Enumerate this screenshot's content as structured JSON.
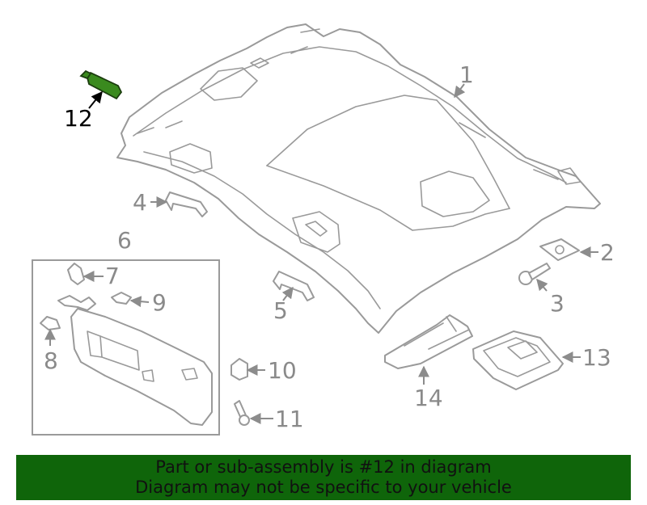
{
  "callouts": {
    "c1": "1",
    "c2": "2",
    "c3": "3",
    "c4": "4",
    "c5": "5",
    "c6": "6",
    "c7": "7",
    "c8": "8",
    "c9": "9",
    "c10": "10",
    "c11": "11",
    "c12": "12",
    "c13": "13",
    "c14": "14"
  },
  "banner": {
    "line1": "Part or sub-assembly is #12 in diagram",
    "line2": "Diagram may not be specific to your vehicle"
  },
  "colors": {
    "highlight_part": "#3a8a1e",
    "banner_background": "#0f650a",
    "line_art": "#9a9a9a"
  }
}
